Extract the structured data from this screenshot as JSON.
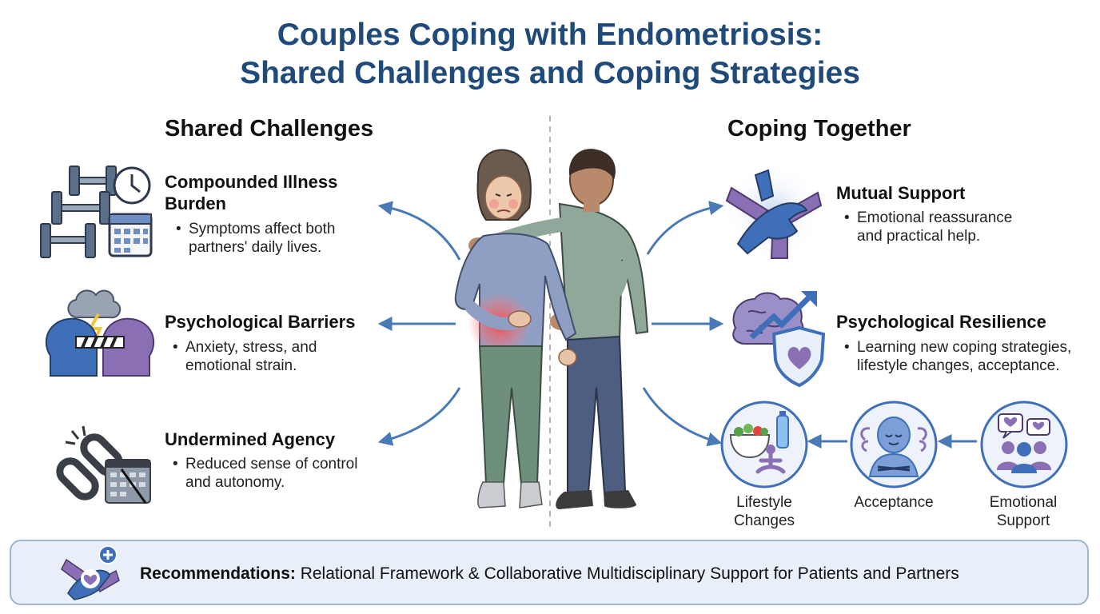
{
  "title_line1": "Couples Coping with Endometriosis:",
  "title_line2": "Shared Challenges and Coping Strategies",
  "left": {
    "heading": "Shared Challenges",
    "items": [
      {
        "title1": "Compounded Illness",
        "title2": "Burden",
        "text1": "Symptoms affect both",
        "text2": "partners' daily lives.",
        "icon": "dumbbell-clock-calendar-icon"
      },
      {
        "title1": "Psychological Barriers",
        "title2": "",
        "text1": "Anxiety, stress, and",
        "text2": "emotional strain.",
        "icon": "two-heads-barrier-icon"
      },
      {
        "title1": "Undermined Agency",
        "title2": "",
        "text1": "Reduced sense of control",
        "text2": "and autonomy.",
        "icon": "broken-chain-icon"
      }
    ]
  },
  "right": {
    "heading": "Coping Together",
    "items": [
      {
        "title": "Mutual Support",
        "text1": "Emotional reassurance",
        "text2": "and practical help.",
        "icon": "joined-hands-icon"
      },
      {
        "title": "Psychological Resilience",
        "text1": "Learning new coping strategies,",
        "text2": "lifestyle changes, acceptance.",
        "icon": "brain-shield-icon"
      }
    ],
    "circles": [
      {
        "label1": "Lifestyle",
        "label2": "Changes",
        "icon": "salad-yoga-icon"
      },
      {
        "label1": "Acceptance",
        "label2": "",
        "icon": "meditating-person-icon"
      },
      {
        "label1": "Emotional",
        "label2": "Support",
        "icon": "chat-group-icon"
      }
    ]
  },
  "recommendation": {
    "label": "Recommendations:",
    "text": " Relational Framework & Collaborative Multidisciplinary Support for Patients and Partners",
    "icon": "hands-heart-plus-icon"
  },
  "colors": {
    "title": "#1f4a7a",
    "arrow": "#4a7ab5",
    "accent_purple": "#8a6fb5",
    "accent_blue": "#3f6fb8",
    "banner_bg": "#e8eff8"
  }
}
